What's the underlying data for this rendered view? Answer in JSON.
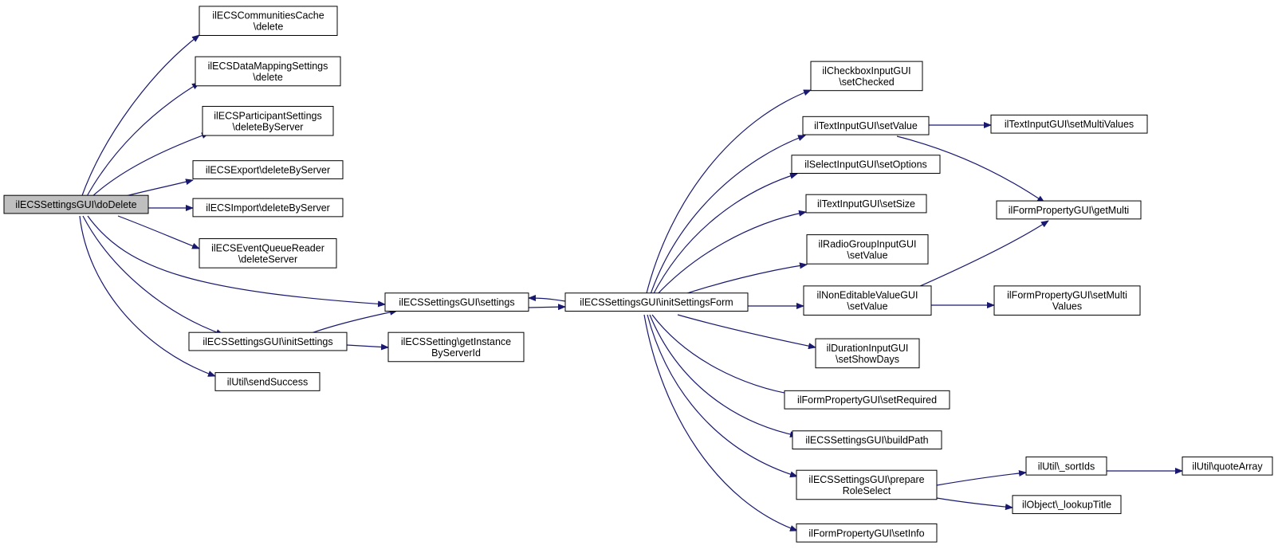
{
  "colors": {
    "edge": "#191970",
    "node_fill": "#ffffff",
    "root_fill": "#bfbfbf",
    "border": "#000000"
  },
  "nodes": [
    {
      "id": "doDelete",
      "lines": [
        "ilECSSettingsGUI\\doDelete"
      ],
      "root": true
    },
    {
      "id": "commCache",
      "lines": [
        "ilECSCommunitiesCache",
        "\\delete"
      ]
    },
    {
      "id": "dataMapping",
      "lines": [
        "ilECSDataMappingSettings",
        "\\delete"
      ]
    },
    {
      "id": "participant",
      "lines": [
        "ilECSParticipantSettings",
        "\\deleteByServer"
      ]
    },
    {
      "id": "export",
      "lines": [
        "ilECSExport\\deleteByServer"
      ]
    },
    {
      "id": "import",
      "lines": [
        "ilECSImport\\deleteByServer"
      ]
    },
    {
      "id": "eventQueue",
      "lines": [
        "ilECSEventQueueReader",
        "\\deleteServer"
      ]
    },
    {
      "id": "settings",
      "lines": [
        "ilECSSettingsGUI\\settings"
      ]
    },
    {
      "id": "initSettings",
      "lines": [
        "ilECSSettingsGUI\\initSettings"
      ]
    },
    {
      "id": "sendSuccess",
      "lines": [
        "ilUtil\\sendSuccess"
      ]
    },
    {
      "id": "getInstance",
      "lines": [
        "ilECSSetting\\getInstance",
        "ByServerId"
      ]
    },
    {
      "id": "initForm",
      "lines": [
        "ilECSSettingsGUI\\initSettingsForm"
      ]
    },
    {
      "id": "setChecked",
      "lines": [
        "ilCheckboxInputGUI",
        "\\setChecked"
      ]
    },
    {
      "id": "textSetValue",
      "lines": [
        "ilTextInputGUI\\setValue"
      ]
    },
    {
      "id": "setOptions",
      "lines": [
        "ilSelectInputGUI\\setOptions"
      ]
    },
    {
      "id": "setSize",
      "lines": [
        "ilTextInputGUI\\setSize"
      ]
    },
    {
      "id": "radioSetValue",
      "lines": [
        "ilRadioGroupInputGUI",
        "\\setValue"
      ]
    },
    {
      "id": "nonEditSetValue",
      "lines": [
        "ilNonEditableValueGUI",
        "\\setValue"
      ]
    },
    {
      "id": "showDays",
      "lines": [
        "ilDurationInputGUI",
        "\\setShowDays"
      ]
    },
    {
      "id": "setRequired",
      "lines": [
        "ilFormPropertyGUI\\setRequired"
      ]
    },
    {
      "id": "buildPath",
      "lines": [
        "ilECSSettingsGUI\\buildPath"
      ]
    },
    {
      "id": "prepareRole",
      "lines": [
        "ilECSSettingsGUI\\prepare",
        "RoleSelect"
      ]
    },
    {
      "id": "setInfo",
      "lines": [
        "ilFormPropertyGUI\\setInfo"
      ]
    },
    {
      "id": "setMultiValues",
      "lines": [
        "ilTextInputGUI\\setMultiValues"
      ]
    },
    {
      "id": "getMulti",
      "lines": [
        "ilFormPropertyGUI\\getMulti"
      ]
    },
    {
      "id": "fpSetMultiValues",
      "lines": [
        "ilFormPropertyGUI\\setMulti",
        "Values"
      ]
    },
    {
      "id": "sortIds",
      "lines": [
        "ilUtil\\_sortIds"
      ]
    },
    {
      "id": "lookupTitle",
      "lines": [
        "ilObject\\_lookupTitle"
      ]
    },
    {
      "id": "quoteArray",
      "lines": [
        "ilUtil\\quoteArray"
      ]
    }
  ],
  "edges": [
    {
      "from": "doDelete",
      "to": "commCache"
    },
    {
      "from": "doDelete",
      "to": "dataMapping"
    },
    {
      "from": "doDelete",
      "to": "participant"
    },
    {
      "from": "doDelete",
      "to": "export"
    },
    {
      "from": "doDelete",
      "to": "import"
    },
    {
      "from": "doDelete",
      "to": "eventQueue"
    },
    {
      "from": "doDelete",
      "to": "settings"
    },
    {
      "from": "doDelete",
      "to": "initSettings"
    },
    {
      "from": "doDelete",
      "to": "sendSuccess"
    },
    {
      "from": "initSettings",
      "to": "settings"
    },
    {
      "from": "initSettings",
      "to": "getInstance"
    },
    {
      "from": "settings",
      "to": "initForm"
    },
    {
      "from": "initForm",
      "to": "settings"
    },
    {
      "from": "initForm",
      "to": "setChecked"
    },
    {
      "from": "initForm",
      "to": "textSetValue"
    },
    {
      "from": "initForm",
      "to": "setOptions"
    },
    {
      "from": "initForm",
      "to": "setSize"
    },
    {
      "from": "initForm",
      "to": "radioSetValue"
    },
    {
      "from": "initForm",
      "to": "nonEditSetValue"
    },
    {
      "from": "initForm",
      "to": "showDays"
    },
    {
      "from": "initForm",
      "to": "setRequired"
    },
    {
      "from": "initForm",
      "to": "buildPath"
    },
    {
      "from": "initForm",
      "to": "prepareRole"
    },
    {
      "from": "initForm",
      "to": "setInfo"
    },
    {
      "from": "textSetValue",
      "to": "setMultiValues"
    },
    {
      "from": "textSetValue",
      "to": "getMulti"
    },
    {
      "from": "nonEditSetValue",
      "to": "getMulti"
    },
    {
      "from": "nonEditSetValue",
      "to": "fpSetMultiValues"
    },
    {
      "from": "prepareRole",
      "to": "sortIds"
    },
    {
      "from": "prepareRole",
      "to": "lookupTitle"
    },
    {
      "from": "sortIds",
      "to": "quoteArray"
    }
  ]
}
